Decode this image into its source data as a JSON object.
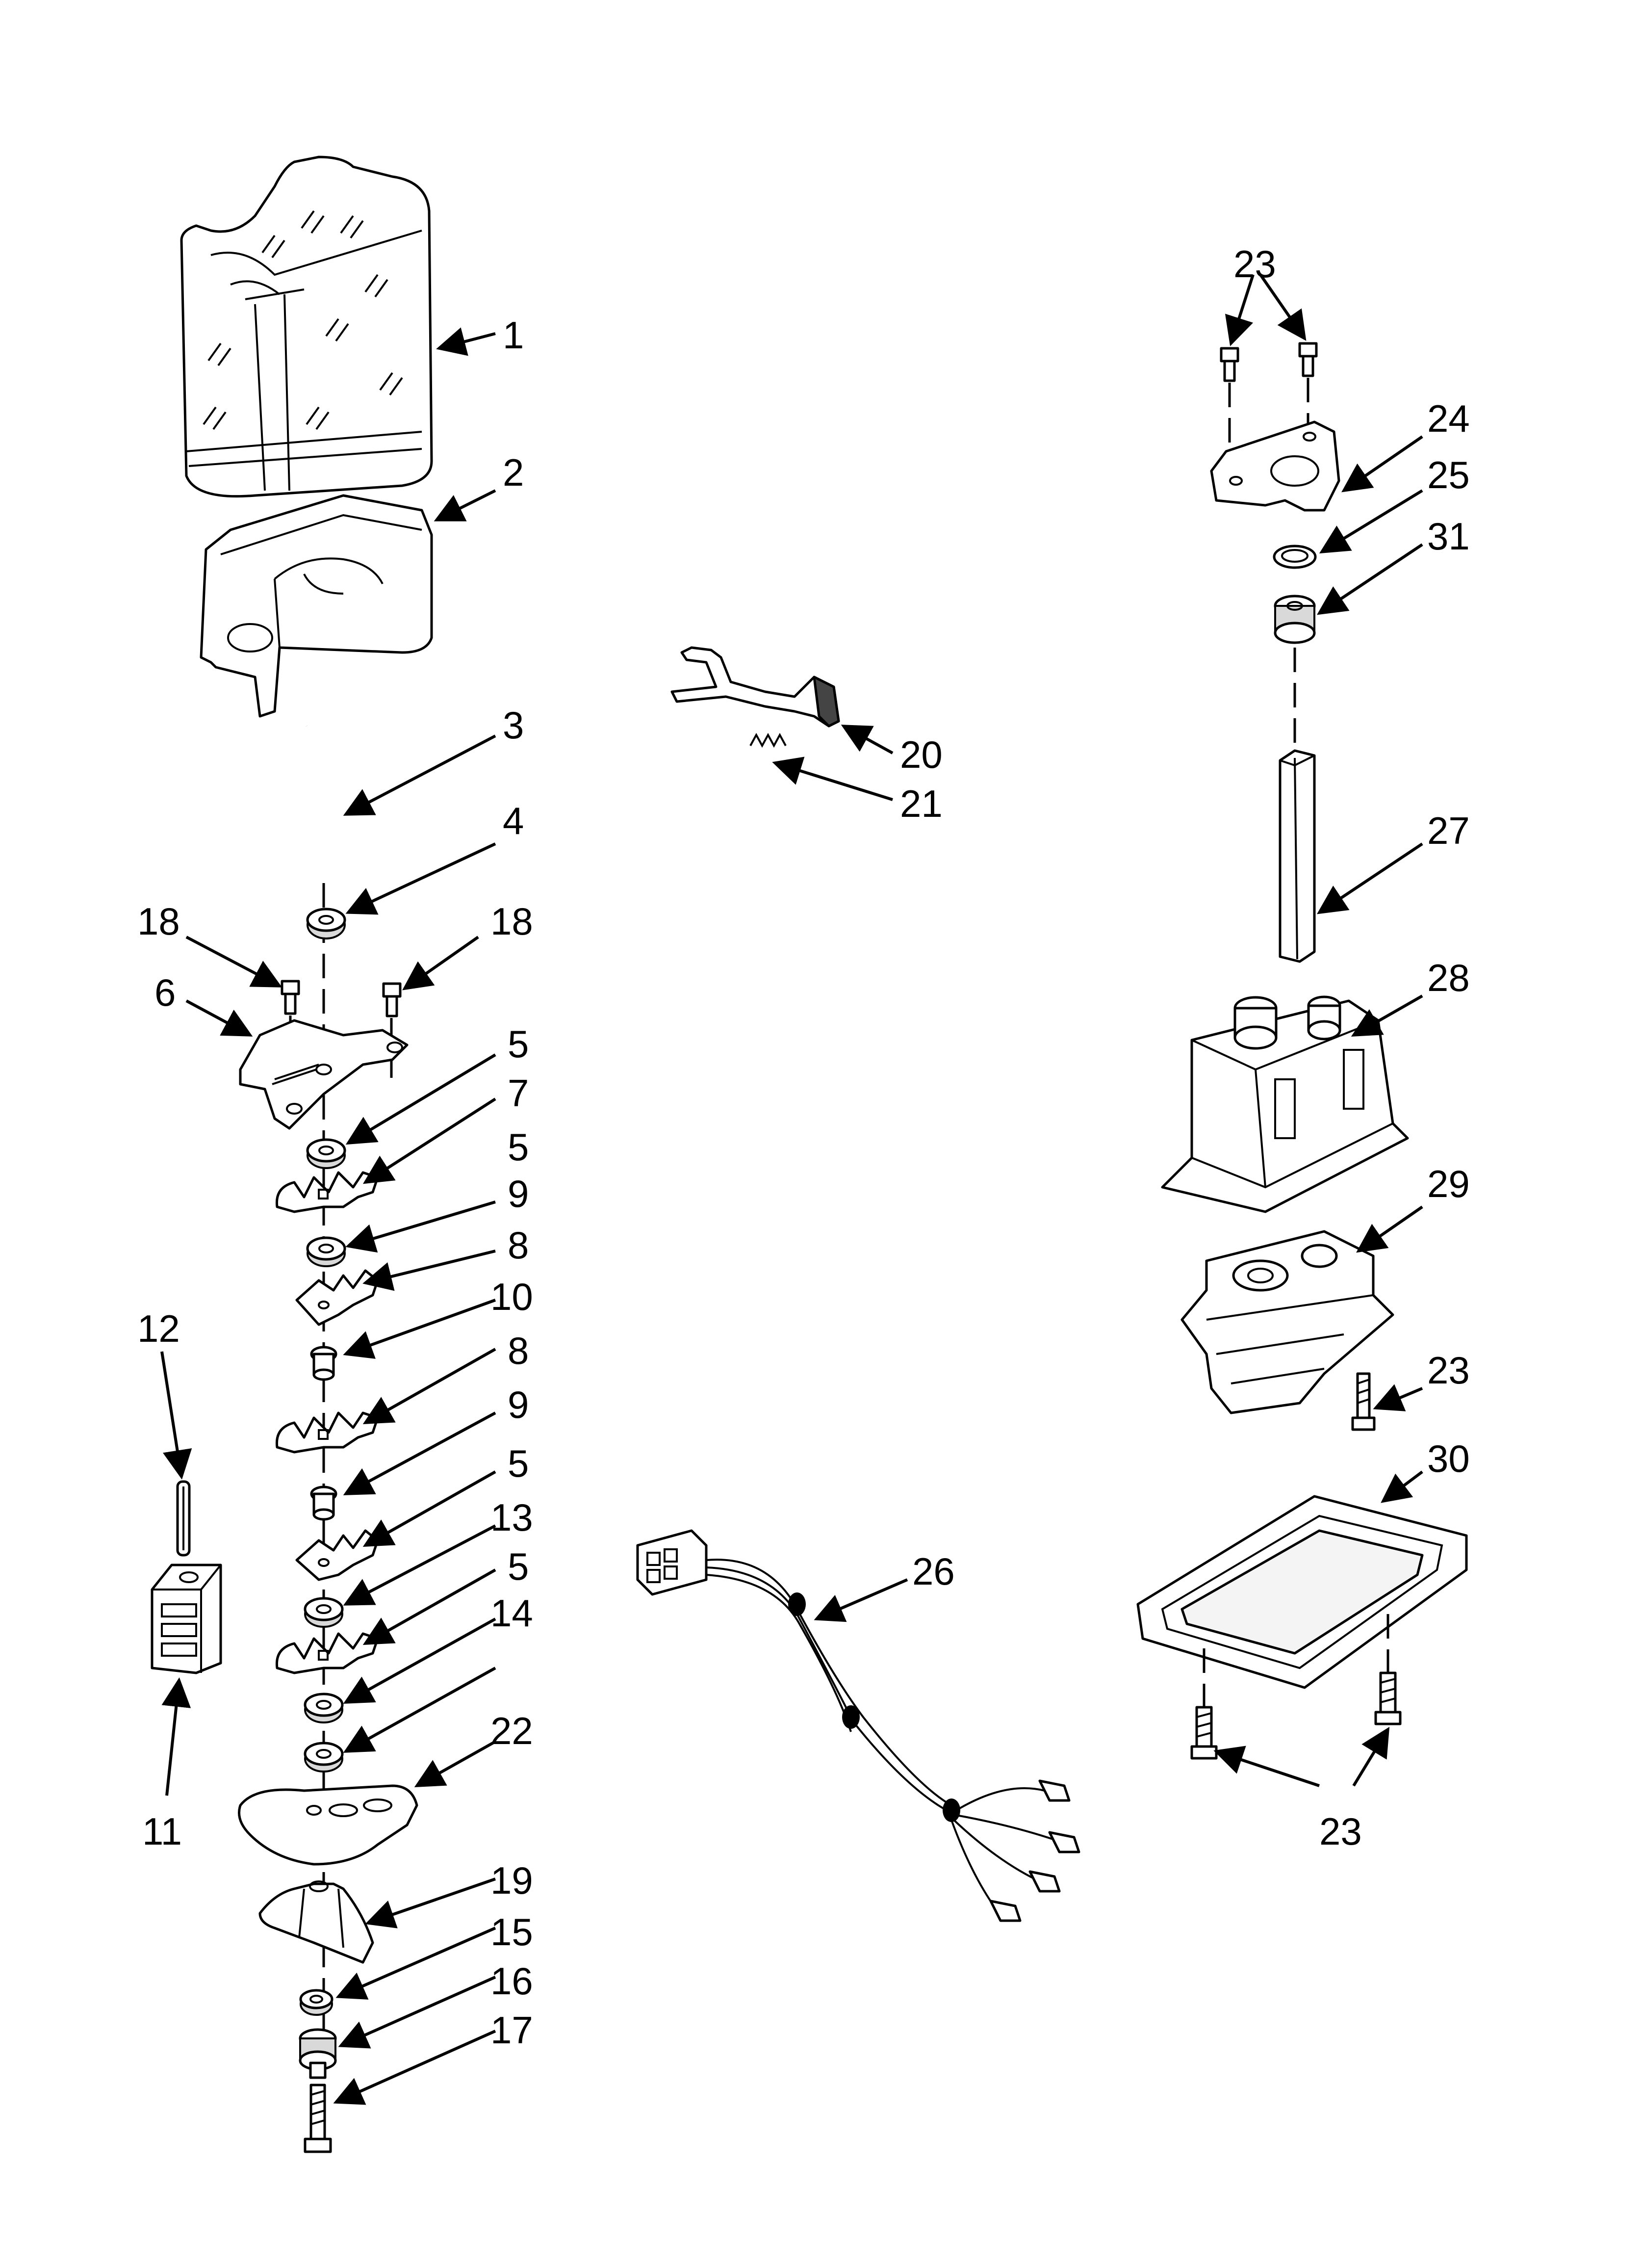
{
  "diagram": {
    "type": "exploded-parts-diagram",
    "background_color": "#ffffff",
    "line_color": "#000000",
    "callouts": [
      {
        "id": "c1",
        "text": "1"
      },
      {
        "id": "c2",
        "text": "2"
      },
      {
        "id": "c3",
        "text": "3"
      },
      {
        "id": "c4",
        "text": "4"
      },
      {
        "id": "c18a",
        "text": "18"
      },
      {
        "id": "c18b",
        "text": "18"
      },
      {
        "id": "c6",
        "text": "6"
      },
      {
        "id": "c5a",
        "text": "5"
      },
      {
        "id": "c7",
        "text": "7"
      },
      {
        "id": "c5b",
        "text": "5"
      },
      {
        "id": "c9a",
        "text": "9"
      },
      {
        "id": "c8a",
        "text": "8"
      },
      {
        "id": "c10",
        "text": "10"
      },
      {
        "id": "c8b",
        "text": "8"
      },
      {
        "id": "c9b",
        "text": "9"
      },
      {
        "id": "c5c",
        "text": "5"
      },
      {
        "id": "c13",
        "text": "13"
      },
      {
        "id": "c5d",
        "text": "5"
      },
      {
        "id": "c14",
        "text": "14"
      },
      {
        "id": "c22",
        "text": "22"
      },
      {
        "id": "c19",
        "text": "19"
      },
      {
        "id": "c15",
        "text": "15"
      },
      {
        "id": "c16",
        "text": "16"
      },
      {
        "id": "c17",
        "text": "17"
      },
      {
        "id": "c12",
        "text": "12"
      },
      {
        "id": "c11",
        "text": "11"
      },
      {
        "id": "c20",
        "text": "20"
      },
      {
        "id": "c21",
        "text": "21"
      },
      {
        "id": "c26",
        "text": "26"
      },
      {
        "id": "c23a",
        "text": "23"
      },
      {
        "id": "c24",
        "text": "24"
      },
      {
        "id": "c25",
        "text": "25"
      },
      {
        "id": "c31",
        "text": "31"
      },
      {
        "id": "c27",
        "text": "27"
      },
      {
        "id": "c28",
        "text": "28"
      },
      {
        "id": "c29",
        "text": "29"
      },
      {
        "id": "c23b",
        "text": "23"
      },
      {
        "id": "c30",
        "text": "30"
      },
      {
        "id": "c23c",
        "text": "23"
      }
    ]
  }
}
